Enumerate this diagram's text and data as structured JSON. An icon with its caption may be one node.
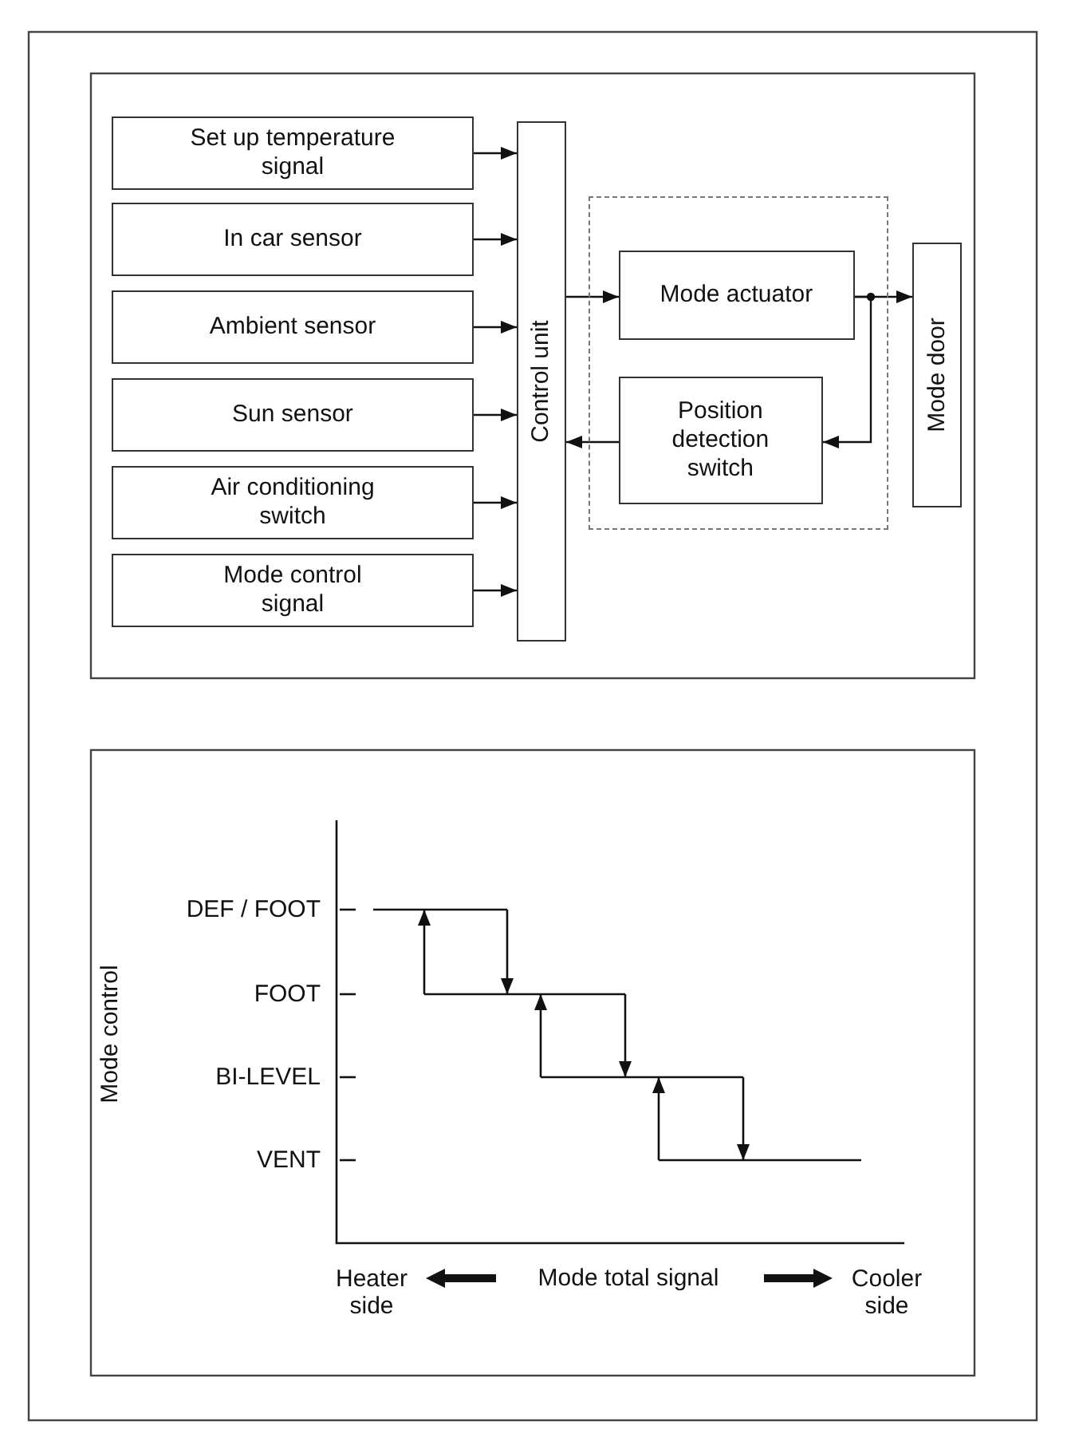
{
  "diagram": {
    "nodes": [
      {
        "text": [
          "Set up temperature signal"
        ]
      },
      {
        "text": [
          "In car sensor"
        ]
      },
      {
        "text": [
          "Ambient sensor"
        ]
      },
      {
        "text": [
          "Sun sensor"
        ]
      },
      {
        "text": [
          "Air conditioning switch"
        ]
      },
      {
        "text": [
          "Mode control signal"
        ]
      },
      {
        "text": [
          "Control unit"
        ]
      },
      {
        "text": [],
        "shape": "box"
      },
      {
        "text": [
          "Mode actuator"
        ],
        "in": 7
      },
      {
        "text": [
          "Position detection switch"
        ],
        "in": 7
      },
      {
        "text": [
          "Mode door"
        ]
      }
    ],
    "edges": [
      {
        "from": 0,
        "to": 6,
        "arrow": "to"
      },
      {
        "from": 1,
        "to": 6,
        "arrow": "to"
      },
      {
        "from": 2,
        "to": 6,
        "arrow": "to"
      },
      {
        "from": 3,
        "to": 6,
        "arrow": "to"
      },
      {
        "from": 4,
        "to": 6,
        "arrow": "to"
      },
      {
        "from": 5,
        "to": 6,
        "arrow": "to"
      },
      {
        "from": 6,
        "to": 8,
        "arrow": "to"
      },
      {
        "from": 8,
        "to": 10,
        "arrow": "to"
      },
      {
        "from": 8,
        "to": 9,
        "arrow": "to"
      },
      {
        "from": 9,
        "to": 6,
        "arrow": "to"
      }
    ],
    "labels": [
      "DEF / FOOT",
      "FOOT",
      "BI-LEVEL",
      "VENT",
      "Mode control",
      "Heater side",
      "Mode total signal",
      "Cooler side"
    ]
  }
}
